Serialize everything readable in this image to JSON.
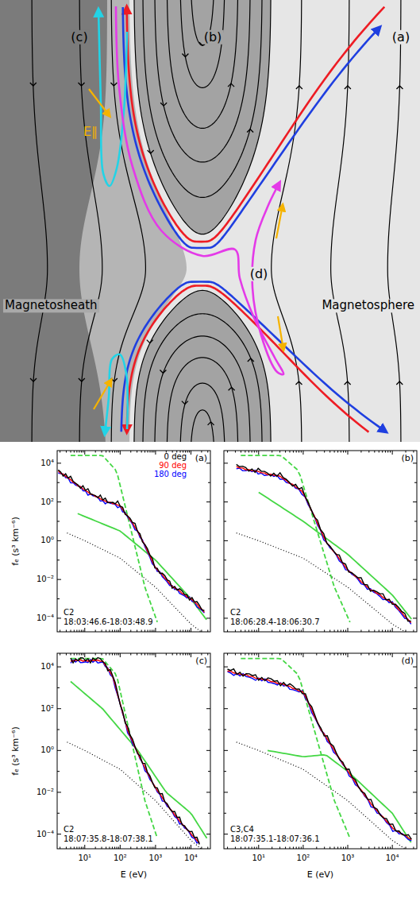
{
  "diagram": {
    "labels": [
      "(c)",
      "(b)",
      "(a)",
      "E∥",
      "Magnetosheath",
      "(d)",
      "Magnetosphere",
      "(a)",
      "C2",
      "18:03:46.6-18:03:48.9",
      "(b)",
      "C2",
      "18:06:28.4-18:06:30.7",
      "(c)",
      "C2",
      "18:07:35.8-18:07:38.1",
      "(d)",
      "C3,C4",
      "18:07:35.1-18:07:36.1",
      "fₑ (s³ km⁻⁶)",
      "fₑ (s³ km⁻⁶)",
      "10⁴",
      "10²",
      "10⁰",
      "10⁻²",
      "10⁻⁴",
      "10⁴",
      "10²",
      "10⁰",
      "10⁻²",
      "10⁻⁴",
      "10¹",
      "10²",
      "10³",
      "10⁴",
      "10¹",
      "10²",
      "10³",
      "10⁴",
      "E (eV)",
      "E (eV)"
    ],
    "legend": [
      {
        "text": "0 deg",
        "color": "#000000"
      },
      {
        "text": "90 deg",
        "color": "#ff0000"
      },
      {
        "text": "180 deg",
        "color": "#0000ff"
      }
    ]
  }
}
